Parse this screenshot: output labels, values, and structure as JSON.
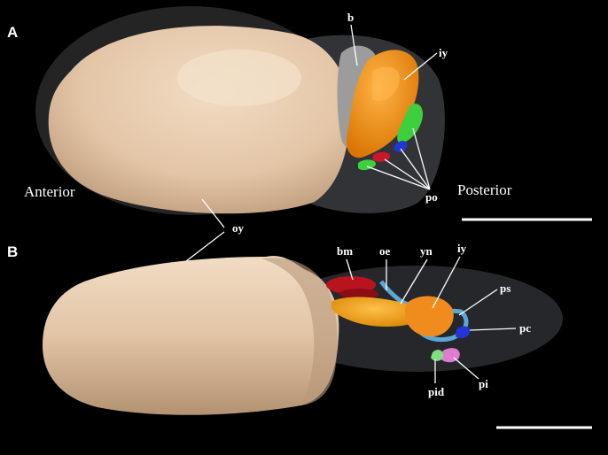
{
  "panels": {
    "a": {
      "letter": "A"
    },
    "b": {
      "letter": "B"
    }
  },
  "labels": {
    "b": "b",
    "iy_a": "iy",
    "po": "po",
    "anterior": "Anterior",
    "posterior": "Posterior",
    "oy": "oy",
    "bm": "bm",
    "oe": "oe",
    "yn": "yn",
    "iy_b": "iy",
    "ps": "ps",
    "pc": "pc",
    "pid": "pid",
    "pi": "pi"
  },
  "colors": {
    "background": "#000000",
    "yolk": "#e8cdb0",
    "bulb_gray": "#9a9a9a",
    "iy_orange": "#f0961e",
    "po_green": "#3ecf3e",
    "po_blue": "#2435d6",
    "po_red": "#c8182a",
    "bm_red": "#b8141e",
    "oe_blue": "#5ba8d8",
    "pi_pink": "#e07cd0",
    "pid_green": "#7fe07f"
  }
}
